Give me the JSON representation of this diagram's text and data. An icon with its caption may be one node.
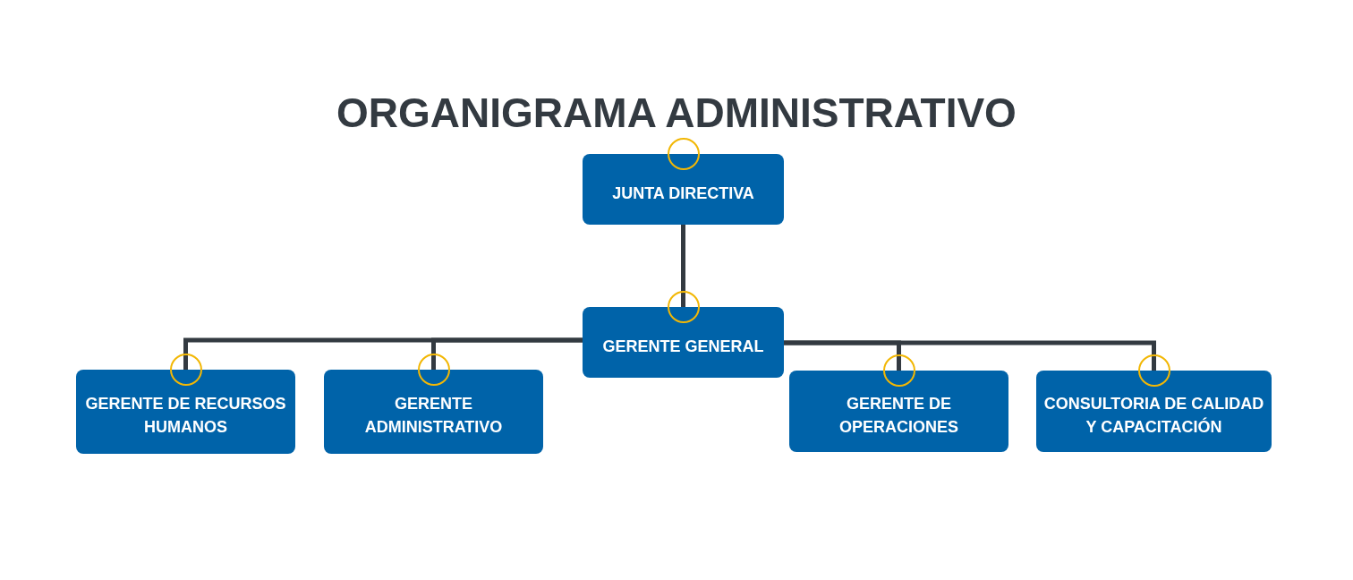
{
  "diagram": {
    "title": "ORGANIGRAMA ADMINISTRATIVO",
    "nodes": [
      {
        "text": [
          "JUNTA DIRECTIVA"
        ]
      },
      {
        "text": [
          "GERENTE GENERAL"
        ]
      },
      {
        "text": [
          "GERENTE DE RECURSOS HUMANOS"
        ]
      },
      {
        "text": [
          "GERENTE ADMINISTRATIVO"
        ]
      },
      {
        "text": [
          "GERENTE DE OPERACIONES"
        ]
      },
      {
        "text": [
          "CONSULTORIA DE CALIDAD Y CAPACITACIÓN"
        ]
      }
    ],
    "edges": [
      {
        "from": 0,
        "to": 1,
        "arrow": "none"
      },
      {
        "from": 1,
        "to": 2,
        "arrow": "none"
      },
      {
        "from": 1,
        "to": 3,
        "arrow": "none"
      },
      {
        "from": 1,
        "to": 4,
        "arrow": "none"
      },
      {
        "from": 1,
        "to": 5,
        "arrow": "none"
      }
    ]
  }
}
